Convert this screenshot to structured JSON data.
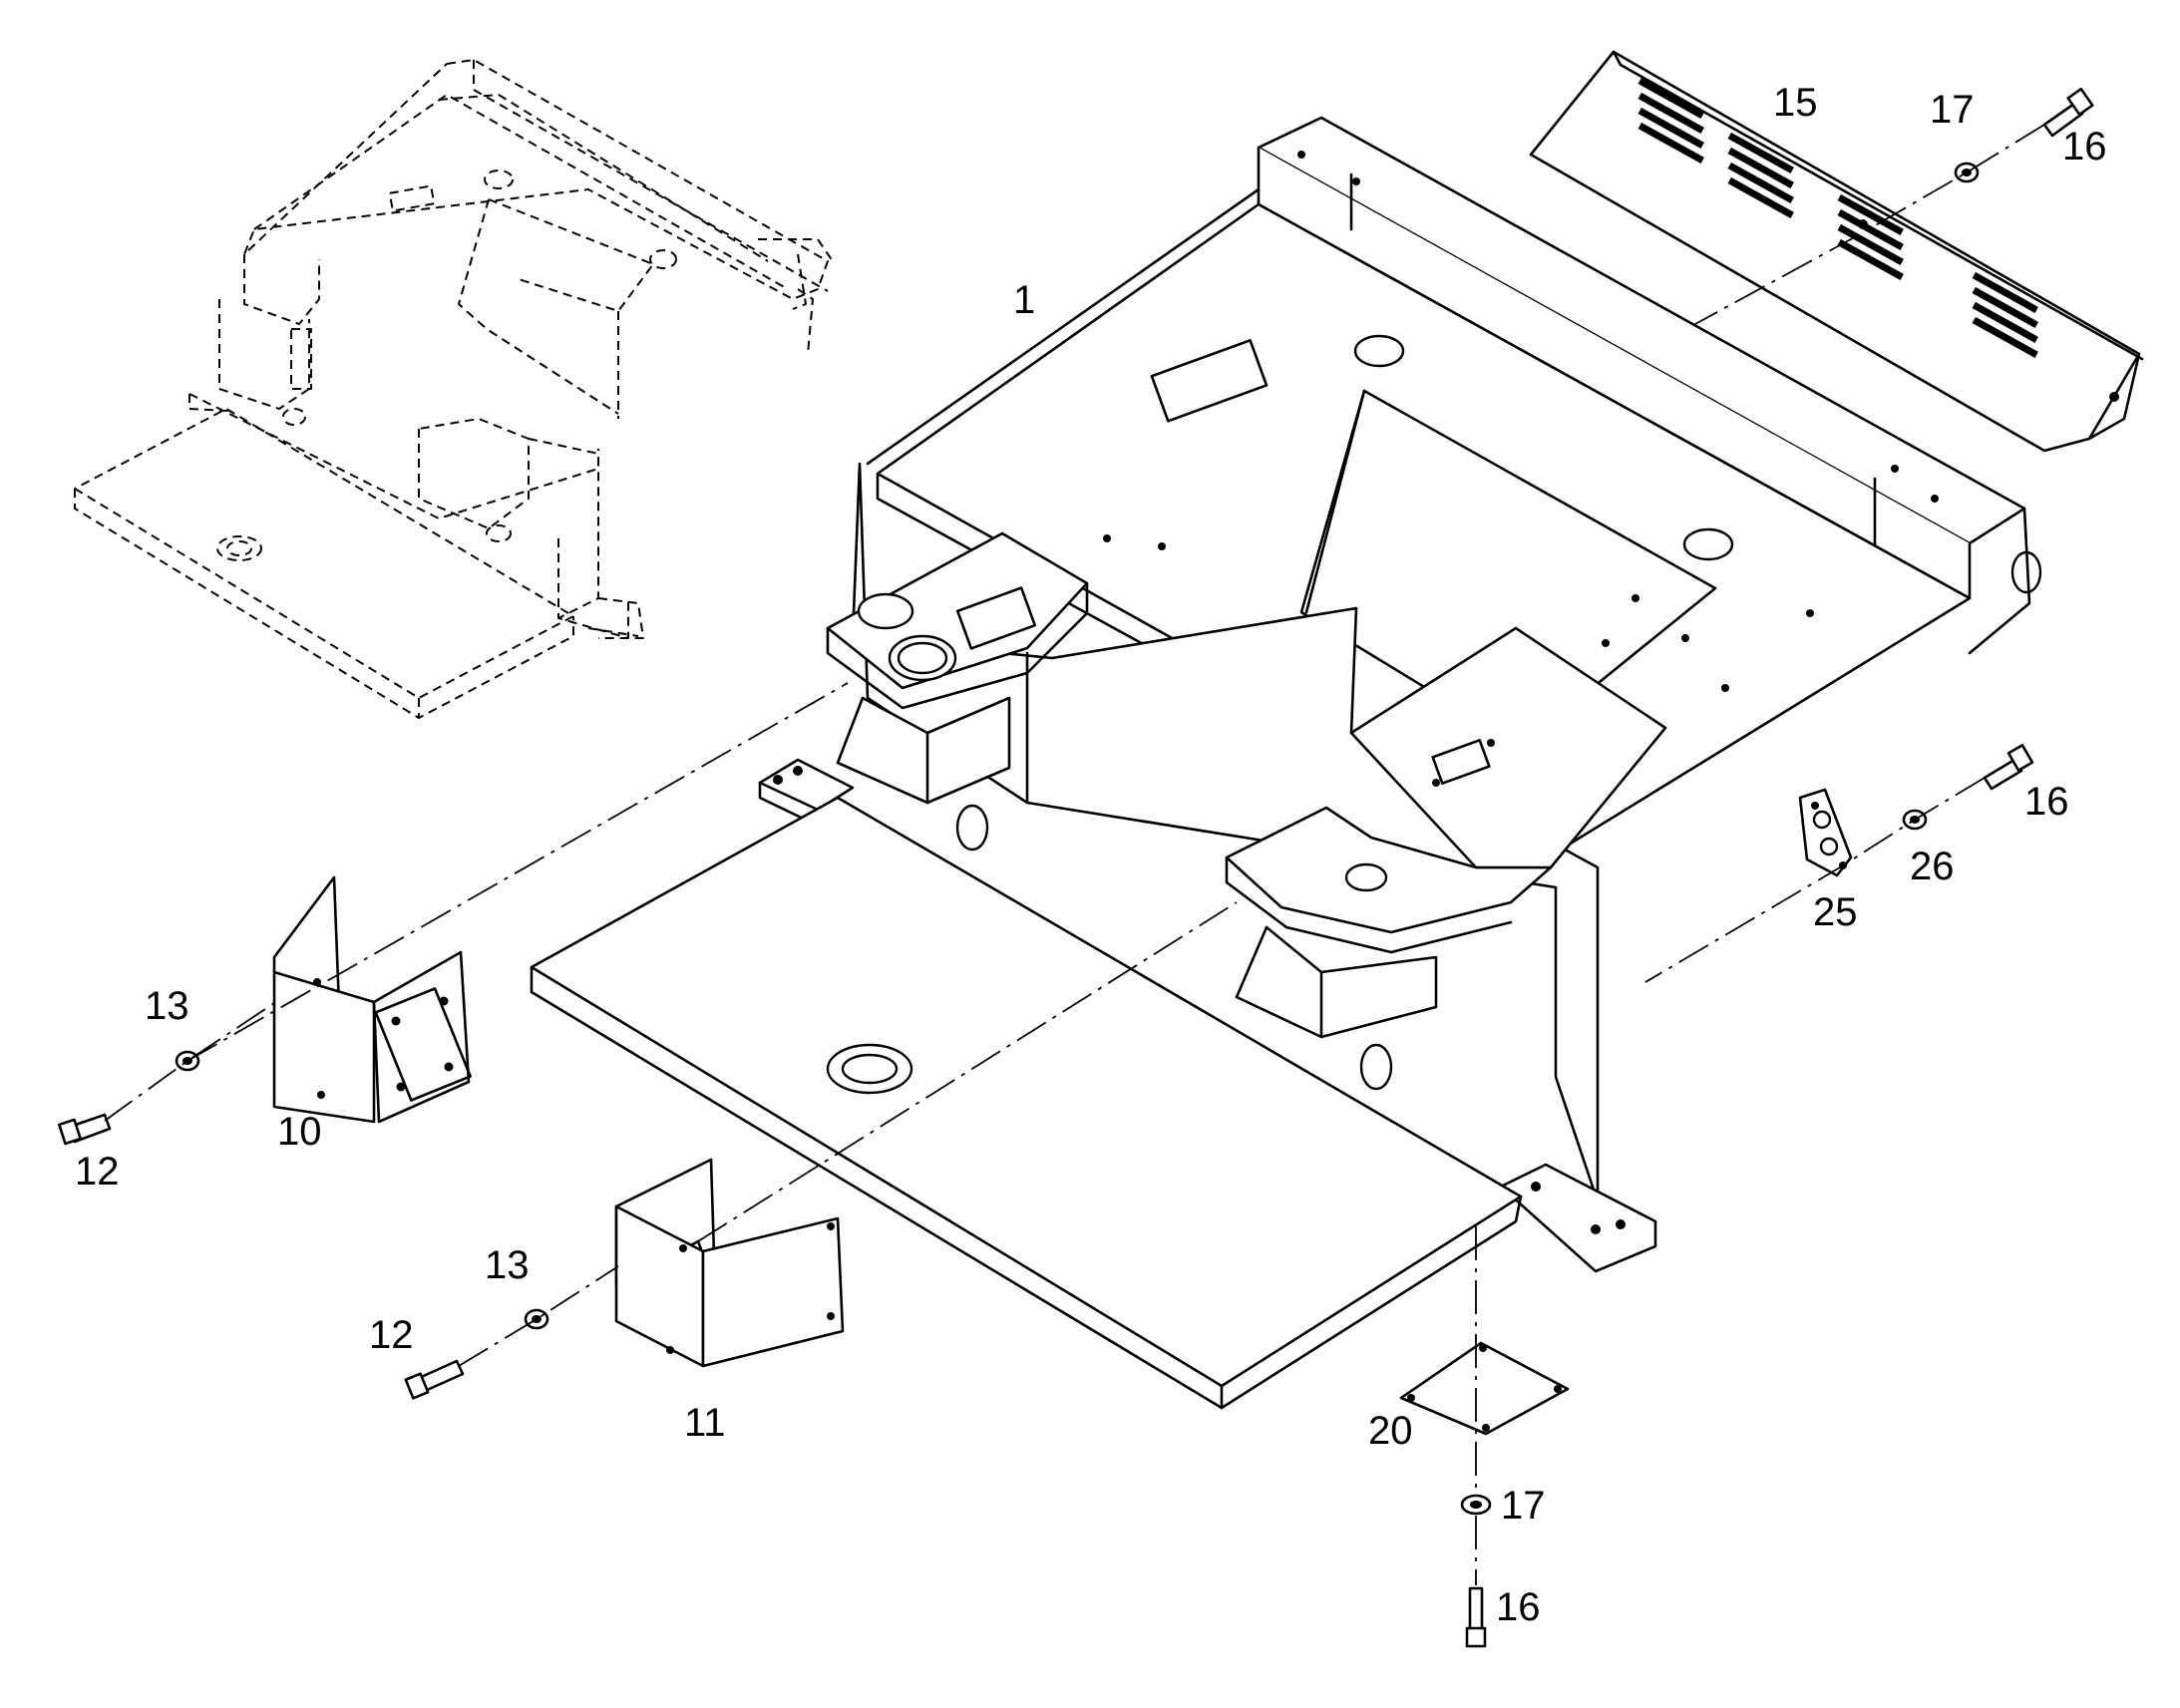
{
  "diagram": {
    "callouts": {
      "p1": "1",
      "p10": "10",
      "p11": "11",
      "p12a": "12",
      "p12b": "12",
      "p13a": "13",
      "p13b": "13",
      "p15": "15",
      "p16a": "16",
      "p16b": "16",
      "p16c": "16",
      "p17a": "17",
      "p17b": "17",
      "p20": "20",
      "p25": "25",
      "p26": "26"
    }
  }
}
